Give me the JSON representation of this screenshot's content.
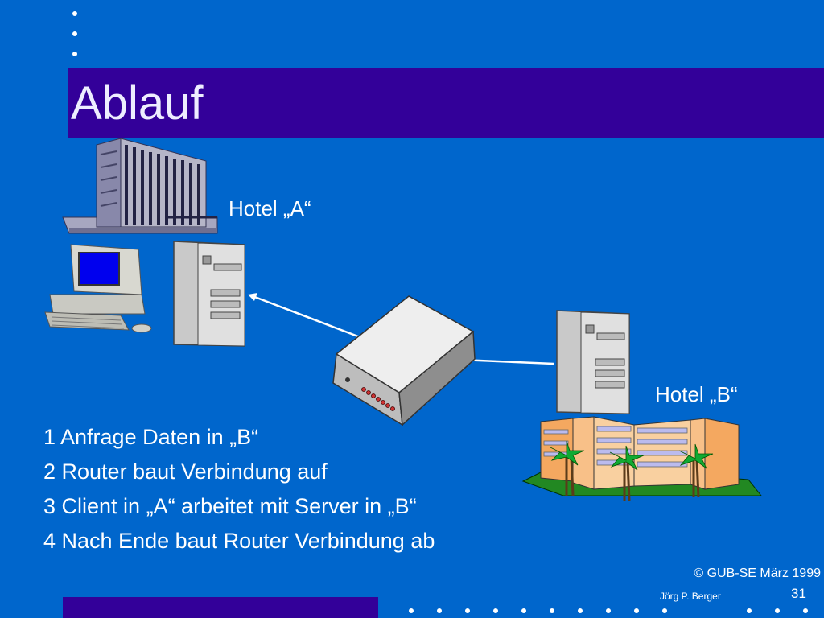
{
  "title": "Ablauf",
  "labels": {
    "hotel_a": "Hotel „A“",
    "hotel_b": "Hotel „B“"
  },
  "steps": [
    "1 Anfrage Daten in „B“",
    "2 Router baut Verbindung auf",
    "3 Client in „A“ arbeitet mit Server in „B“",
    "4 Nach Ende baut Router Verbindung ab"
  ],
  "footer": {
    "copyright": "© GUB-SE März 1999",
    "author": "Jörg P. Berger",
    "page_number": "31"
  },
  "colors": {
    "background": "#0066cc",
    "title_bar": "#330099",
    "text": "#ffffff"
  }
}
